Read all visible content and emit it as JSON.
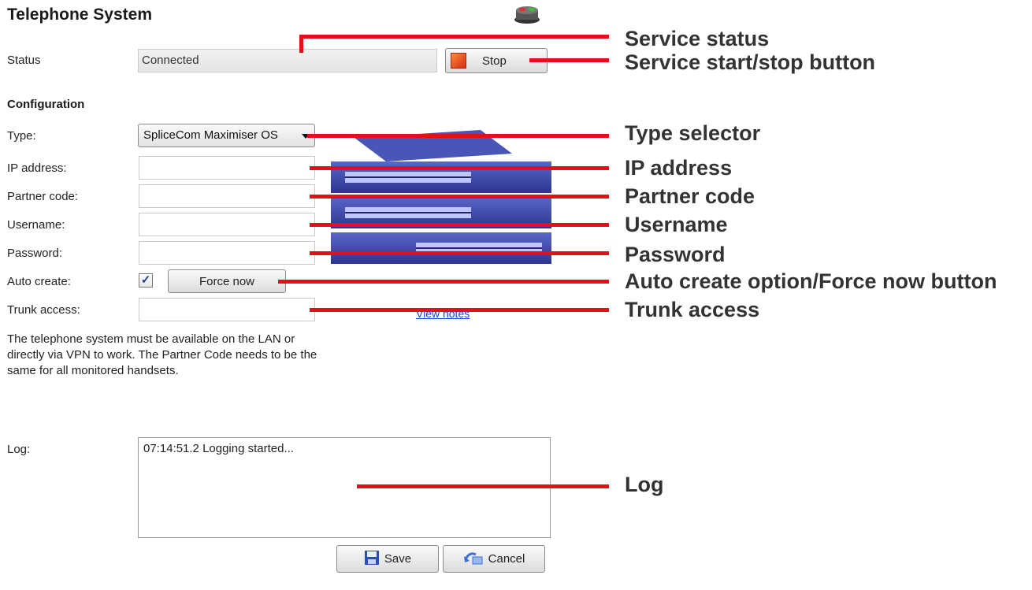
{
  "window": {
    "title": "Telephone System"
  },
  "status": {
    "label": "Status",
    "value": "Connected",
    "stop_label": "Stop"
  },
  "configuration": {
    "heading": "Configuration",
    "type_label": "Type:",
    "type_value": "SpliceCom Maximiser OS",
    "ip_label": "IP address:",
    "partner_label": "Partner code:",
    "username_label": "Username:",
    "password_label": "Password:",
    "auto_create_label": "Auto create:",
    "auto_create_checked": true,
    "force_now_label": "Force now",
    "trunk_label": "Trunk access:",
    "view_link": "View notes",
    "help_text": "The telephone system must be available on the LAN or directly via VPN to work. The Partner Code needs to be the same for all monitored handsets."
  },
  "log": {
    "label": "Log:",
    "entries": [
      "07:14:51.2  Logging started..."
    ]
  },
  "buttons": {
    "save_label": "Save",
    "cancel_label": "Cancel"
  },
  "annotations": {
    "service_status": "Service status",
    "start_stop": "Service start/stop button",
    "type_selector": "Type selector",
    "ip_address": "IP address",
    "partner_code": "Partner code",
    "username": "Username",
    "password": "Password",
    "auto_create": "Auto create option/Force now button",
    "trunk_access": "Trunk access",
    "log": "Log"
  },
  "icons": [
    "phone-system-icon",
    "stop-icon",
    "save-icon",
    "cancel-icon",
    "checkmark-icon",
    "dropdown-caret-icon"
  ],
  "colors": {
    "annotation_line": "#e3101c",
    "stop_button": "#e0401a",
    "link": "#1a3ee8"
  }
}
